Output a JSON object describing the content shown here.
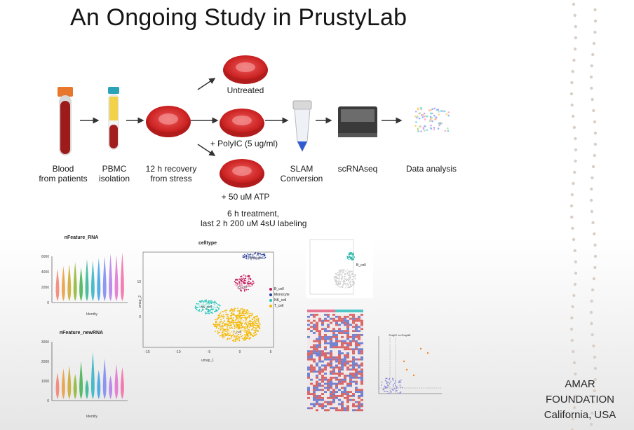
{
  "title": "An Ongoing Study in PrustyLab",
  "workflow": {
    "steps": {
      "blood": "Blood\nfrom patients",
      "pbmc": "PBMC\nisolation",
      "recovery": "12 h recovery\nfrom stress",
      "slam": "SLAM\nConversion",
      "scrnaseq": "scRNAseq",
      "analysis": "Data analysis"
    },
    "treatments": {
      "untreated": "Untreated",
      "polyic": "+ PolyIC (5 ug/ml)",
      "atp": "+ 50 uM ATP"
    },
    "treatment_note": "6 h treatment,\nlast 2 h 200 uM 4sU labeling"
  },
  "violin_rna": {
    "title": "nFeature_RNA",
    "xlabel": "Identity",
    "yticks": [
      "6000",
      "4000",
      "2000",
      "0"
    ]
  },
  "violin_newrna": {
    "title": "nFeature_newRNA",
    "xlabel": "Identity",
    "yticks": [
      "3000",
      "2000",
      "1000",
      "0"
    ]
  },
  "umap": {
    "title": "celltype",
    "xlabel": "umap_1",
    "ylabel": "umap_2",
    "xticks": [
      "-15",
      "-10",
      "-5",
      "0",
      "5"
    ],
    "yticks": [
      "10",
      "0"
    ],
    "cluster_labels": [
      "Monocyte",
      "B_cell",
      "NK_cell",
      "T_cell"
    ],
    "legend": [
      {
        "label": "B_cell",
        "color": "#c2185b"
      },
      {
        "label": "Monocyte",
        "color": "#2c3e9e"
      },
      {
        "label": "NK_cell",
        "color": "#26c6b8"
      },
      {
        "label": "T_cell",
        "color": "#f5b800"
      }
    ]
  },
  "small_umap": {
    "legend": "B_cell"
  },
  "volcano": {
    "title": "PolyIC vs PolyIIN"
  },
  "footer": {
    "line1": "AMAR",
    "line2": "FOUNDATION",
    "line3": "California, USA"
  }
}
